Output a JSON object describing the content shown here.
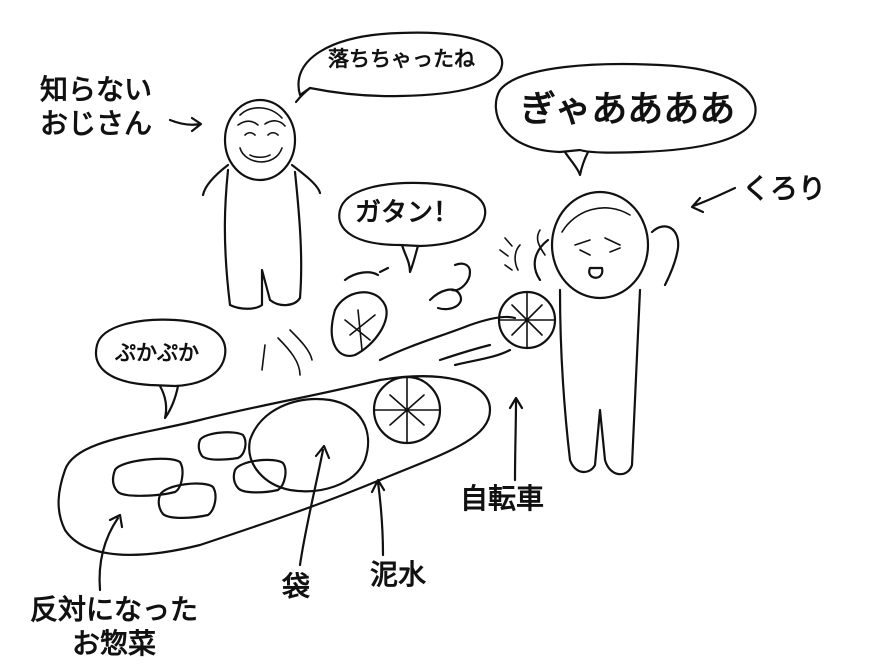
{
  "labels": {
    "stranger": [
      "知らない",
      "おじさん"
    ],
    "stranger_speech": "落ちちゃったね",
    "scream_speech": "ぎゃああああ",
    "kurori": "くろり",
    "crash_speech": "ガタン！",
    "floating_speech": "ぷかぷか",
    "bicycle": "自転車",
    "muddy_water": "泥水",
    "bag": "袋",
    "side_dishes": [
      "反対になった",
      "お惣菜"
    ]
  }
}
